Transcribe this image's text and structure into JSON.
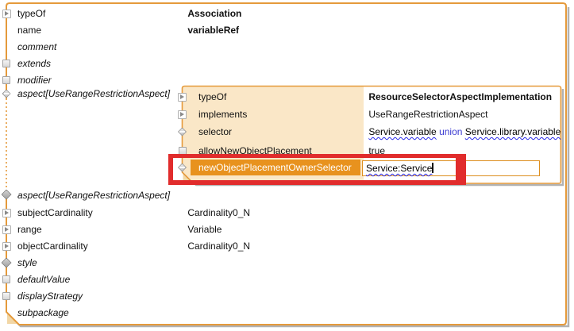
{
  "colors": {
    "panel_border_orange": "#E59A3B",
    "subpanel_background_cream": "#FAE7C7",
    "selected_row_orange": "#E8921E",
    "annotation_red": "#E12C2C",
    "keyword_blue": "#3B3BD1",
    "squiggle_underline_blue": "#2929E8",
    "shadow_gray": "#B2B2B2"
  },
  "main_panel": {
    "rows": [
      {
        "label": "typeOf",
        "value": "Association",
        "icon": "expander-icon"
      },
      {
        "label": "name",
        "value": "variableRef",
        "icon": "none"
      },
      {
        "label": "comment",
        "value": "",
        "icon": "none"
      },
      {
        "label": "extends",
        "value": "",
        "icon": "checkbox-icon"
      },
      {
        "label": "modifier",
        "value": "",
        "icon": "checkbox-icon"
      },
      {
        "label": "aspect[UseRangeRestrictionAspect]",
        "value": "",
        "icon": "diamond-icon"
      },
      {
        "label": "aspect[UseRangeRestrictionAspect]",
        "value": "",
        "icon": "diamond-icon"
      },
      {
        "label": "subjectCardinality",
        "value": "Cardinality0_N",
        "icon": "expander-icon"
      },
      {
        "label": "range",
        "value": "Variable",
        "icon": "expander-icon"
      },
      {
        "label": "objectCardinality",
        "value": "Cardinality0_N",
        "icon": "expander-icon"
      },
      {
        "label": "style",
        "value": "",
        "icon": "diamond-icon"
      },
      {
        "label": "defaultValue",
        "value": "",
        "icon": "checkbox-icon"
      },
      {
        "label": "displayStrategy",
        "value": "",
        "icon": "checkbox-icon"
      },
      {
        "label": "subpackage",
        "value": "",
        "icon": "none"
      }
    ]
  },
  "sub_panel": {
    "rows": [
      {
        "label": "typeOf",
        "value": "ResourceSelectorAspectImplementation",
        "icon": "expander-icon"
      },
      {
        "label": "implements",
        "value": "UseRangeRestrictionAspect",
        "icon": "expander-icon"
      },
      {
        "label": "selector",
        "icon": "diamond-icon",
        "value_parts": {
          "link1": "Service.variable",
          "keyword": "union",
          "link2": "Service.library.variable"
        }
      },
      {
        "label": "allowNewObjectPlacement",
        "value": "true",
        "icon": "checkbox-icon"
      },
      {
        "label": "newObjectPlacementOwnerSelector",
        "icon": "diamond-icon",
        "selected": true
      }
    ],
    "editor": {
      "value": "Service:Service"
    }
  }
}
